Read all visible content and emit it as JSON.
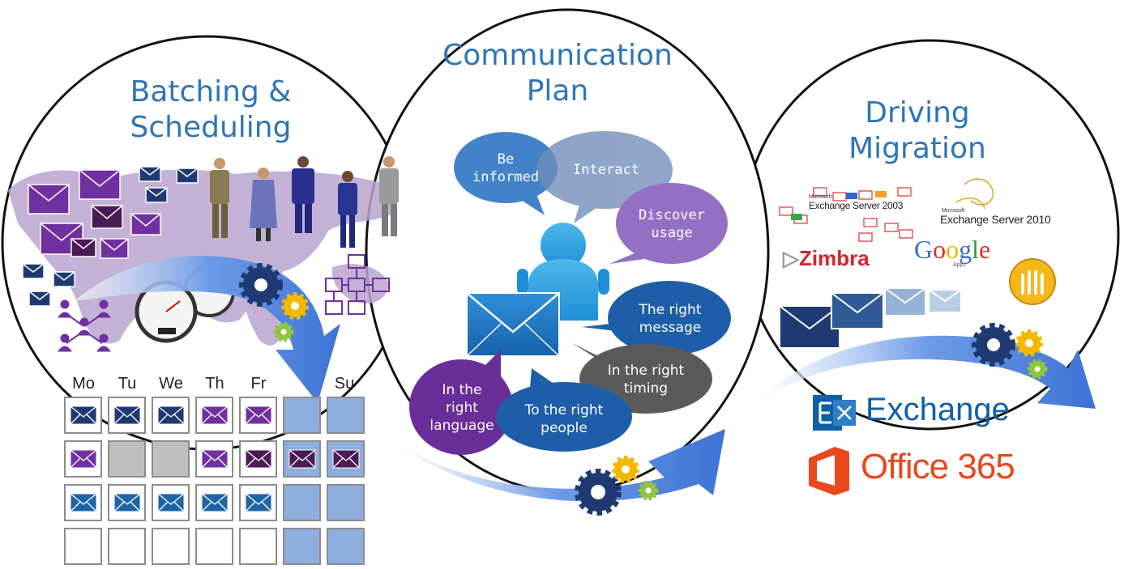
{
  "sections": {
    "batching": {
      "title": "Batching &\nScheduling"
    },
    "communication": {
      "title": "Communication\nPlan"
    },
    "migration": {
      "title": "Driving\nMigration"
    }
  },
  "calendar": {
    "days": [
      "Mo",
      "Tu",
      "We",
      "Th",
      "Fr",
      "Su"
    ],
    "rows": [
      [
        "navy",
        "navy",
        "navy",
        "violet",
        "violet",
        "weekend",
        "weekend"
      ],
      [
        "violet",
        "gray",
        "gray",
        "violet",
        "plum",
        "plum-weekend",
        "plum-weekend"
      ],
      [
        "blue",
        "blue",
        "blue",
        "blue",
        "blue",
        "weekend",
        "weekend"
      ],
      [
        "empty",
        "empty",
        "empty",
        "empty",
        "empty",
        "weekend",
        "weekend"
      ]
    ]
  },
  "bubbles": {
    "be_informed": "Be\ninformed",
    "interact": "Interact",
    "discover_usage": "Discover\nusage",
    "right_message": "The right\nmessage",
    "right_timing": "In the right\ntiming",
    "right_language": "In the\nright\nlanguage",
    "right_people": "To the right\npeople"
  },
  "logos": {
    "exchange_2003_small": "Microsoft",
    "exchange_2003": "Exchange Server 2003",
    "exchange_2010_small": "Microsoft",
    "exchange_2010": "Exchange Server 2010",
    "zimbra": "Zimbra",
    "google": [
      "G",
      "o",
      "o",
      "g",
      "l",
      "e"
    ],
    "google_sub": "Apps",
    "exchange_target": "Exchange",
    "office365": "Office 365"
  },
  "colors": {
    "title_blue": "#2e75b6",
    "navy": "#1f3a73",
    "violet": "#7030a0",
    "plum": "#4b1b55",
    "mid_blue": "#1e64a8",
    "weekend": "#8eaee0",
    "exchange_blue": "#0f5fa8",
    "office_orange": "#e8481c"
  }
}
